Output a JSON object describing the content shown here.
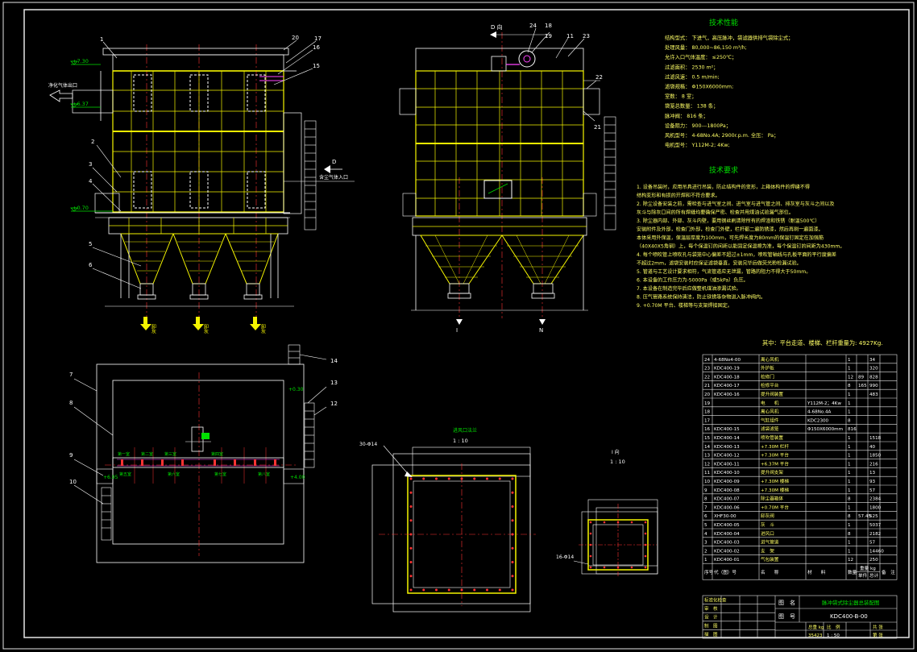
{
  "colors": {
    "background": "#000000",
    "frame": "#e6e6e6",
    "structure": "#f5f500",
    "outline": "#ffffff",
    "centerline": "#ff3333",
    "dimension": "#00e000",
    "magenta": "#ff44ff",
    "cyan": "#33cccc",
    "text_yellow": "#ffff66",
    "text_green": "#33ff33",
    "text_white": "#ffffff",
    "flange_red": "#ff3333"
  },
  "front_view": {
    "callouts": [
      "1",
      "2",
      "3",
      "4",
      "5",
      "6",
      "20",
      "17",
      "16",
      "15"
    ],
    "elevations": [
      "+7.30",
      "+6.37",
      "+0.70"
    ],
    "outlet_label": "净化气体出口",
    "inlet_label": "含尘气体入口",
    "section_mark": "D",
    "hopper_labels": [
      "卸灰",
      "卸灰",
      "卸灰"
    ]
  },
  "side_view": {
    "view_label": "D 向",
    "callouts": [
      "24",
      "18",
      "19",
      "11",
      "23",
      "22",
      "21"
    ],
    "section_marks": [
      "I",
      "N"
    ]
  },
  "plan_view": {
    "callouts": [
      "7",
      "8",
      "9",
      "10",
      "14",
      "13",
      "12"
    ],
    "elevations": [
      "+0.30",
      "+6.95",
      "+4.00"
    ],
    "chamber_labels": [
      "第一室",
      "第二室",
      "第三室",
      "第四室",
      "第五室",
      "第六室",
      "第七室",
      "第八室"
    ]
  },
  "detail_views": {
    "left": {
      "title": "进风口法兰",
      "scale": "1 : 10",
      "callout": "30-Φ14"
    },
    "right": {
      "title": "I 向",
      "scale": "1 : 10",
      "callout": "16-Φ14"
    }
  },
  "tech_performance": {
    "title": "技术性能",
    "lines": [
      "结构型式：  下进气，高压脉冲，袋滤器供排气袋除尘式；",
      "处理风量：  80,000~86,150  m³/h;",
      "允许入口气体温度：  ≤250℃；",
      "过滤面积：  2530  m²；",
      "过滤风速：  0.5 m/min;",
      "滤袋规格：  Φ150X6000mm;",
      "室数：  8 室；",
      "袋笼总数量：  138 条；",
      "脉冲阀：  816 条；",
      "设备阻力：  900---1800Pa；",
      "风机型号：  4-68No.4A;  2900r.p.m.    全压：  Pa；",
      "电机型号：  Y112M-2;  4Kw;"
    ]
  },
  "tech_requirements": {
    "title": "技术要求",
    "lines": [
      "1.  设备吊装时，应用吊具进行吊装，防止结构件的变形，上箱体构件的焊缝不得",
      "     结构变形和有损的开焊和不符合要求。",
      "2.  除尘设备安装之前，需检查与进气室之间、进气室与进气管之间、排灰室与灰斗之间以及",
      "     灰斗与除灰口间的所有焊缝均要确保严密、检查并用煤油试验漏气部位。",
      "3.  除尘器内部、外部、灰斗内壁，要用钢丝刷清除所有的焊渣和铁锈（耐温500℃）",
      "     安装附件及外部，检查门外部，检查门外壁，栏杆都二遍防锈漆，然后再刷一遍面漆。",
      "     本体采用外保温，保温层厚度为100mm，可先焊长度为80mm的保温钉固定在加强筋",
      "     （40X40X5角钢）上，每个保温钉的间距以能固定保温棉为准，每个保温钉的间距为430mm。",
      "4.  每个喷吹管上喷吹孔与袋笼中心偏差不超过±1mm，喷吹管轴线与孔板平面的平行度偏差",
      "     不超过2mm，滤袋安装时应保证滤袋垂直，安装完毕后做荧光粉检漏试验。",
      "5.  管道与工艺设计要求相符，气流管道应无泄漏，管路的阻力不得大于50mm。",
      "6.  本设备的工作压力为-5000Pa（或5kPa）负压。",
      "7.  本设备在制造完毕后应做整机煤油渗漏试验。",
      "8.  压气管路系统保持清洁，防止铁锈等杂物进入脉冲阀内。",
      "9.  +0.70M 平台、楼梯等与支架焊接固定。"
    ]
  },
  "weight_note": "其中：平台走道、楼梯、栏杆重量为:   4927Kg.",
  "bom": {
    "header": [
      "序号",
      "代（图）号",
      "名　　称",
      "材　　料",
      "数量",
      "单件",
      "总计",
      "备　注"
    ],
    "weight_header": "重量 kg",
    "rows": [
      [
        "24",
        "4-68No4-00",
        "离心风机",
        "",
        "1",
        "",
        "34",
        ""
      ],
      [
        "23",
        "KDC400-19",
        "外护板",
        "",
        "1",
        "",
        "320",
        ""
      ],
      [
        "22",
        "KDC400-18",
        "检修门",
        "",
        "12",
        "89",
        "828",
        ""
      ],
      [
        "21",
        "KDC400-17",
        "检修平台",
        "",
        "8",
        "165",
        "990",
        ""
      ],
      [
        "20",
        "KDC400-16",
        "提升阀装置",
        "",
        "1",
        "",
        "483",
        ""
      ],
      [
        "19",
        "",
        "电　　机",
        "Y112M-2；4Kw",
        "1",
        "",
        "",
        ""
      ],
      [
        "18",
        "",
        "离心风机",
        "4-68No.4A",
        "1",
        "",
        "",
        ""
      ],
      [
        "17",
        "",
        "气缸组件",
        "KDC2300",
        "8",
        "",
        "",
        ""
      ],
      [
        "16",
        "KDC400-15",
        "滤袋滤笼",
        "Φ150X6000mm",
        "816",
        "",
        "",
        ""
      ],
      [
        "15",
        "KDC400-14",
        "喷吹管装置",
        "",
        "1",
        "",
        "1518",
        ""
      ],
      [
        "14",
        "KDC400-13",
        "+7.30M 栏杆",
        "",
        "1",
        "",
        "40",
        ""
      ],
      [
        "13",
        "KDC400-12",
        "+7.30M 平台",
        "",
        "1",
        "",
        "1850",
        ""
      ],
      [
        "12",
        "KDC400-11",
        "+6.37M 平台",
        "",
        "1",
        "",
        "216",
        ""
      ],
      [
        "11",
        "KDC400-10",
        "提升阀支架",
        "",
        "1",
        "",
        "13",
        ""
      ],
      [
        "10",
        "KDC400-09",
        "+7.30M 楼梯",
        "",
        "1",
        "",
        "93",
        ""
      ],
      [
        "9",
        "KDC400-08",
        "+7.30M 楼梯",
        "",
        "1",
        "",
        "57",
        ""
      ],
      [
        "8",
        "KDC400-07",
        "除尘器箱体",
        "",
        "8",
        "",
        "2384",
        ""
      ],
      [
        "7",
        "KDC400-06",
        "+0.70M 平台",
        "",
        "1",
        "",
        "1800",
        ""
      ],
      [
        "6",
        "XHF30-00",
        "卸灰阀",
        "",
        "8",
        "57.45",
        "525",
        ""
      ],
      [
        "5",
        "KDC400-05",
        "灰　斗",
        "",
        "1",
        "",
        "5037",
        ""
      ],
      [
        "4",
        "KDC400-04",
        "进风口",
        "",
        "8",
        "",
        "2182",
        ""
      ],
      [
        "3",
        "KDC400-03",
        "进气管道",
        "",
        "1",
        "",
        "57",
        ""
      ],
      [
        "2",
        "KDC400-02",
        "支　架",
        "",
        "1",
        "",
        "14460",
        ""
      ],
      [
        "1",
        "KDC400-01",
        "气包装置",
        "",
        "12",
        "",
        "250",
        ""
      ]
    ]
  },
  "title_block": {
    "labels_left": [
      "标准化检查",
      "审　核",
      "设　计",
      "制　图",
      "描　图"
    ],
    "name_label": "图　名",
    "name_value": "脉冲袋式除尘器总装配图",
    "code_label": "图　号",
    "code_value": "KDC400-B-00",
    "weight_label": "总重 kg",
    "weight_value": "35423",
    "scale_label": "比　例",
    "scale_value": "1 : 50",
    "sheet_label": "共 张",
    "sheet_label2": "第 张"
  }
}
